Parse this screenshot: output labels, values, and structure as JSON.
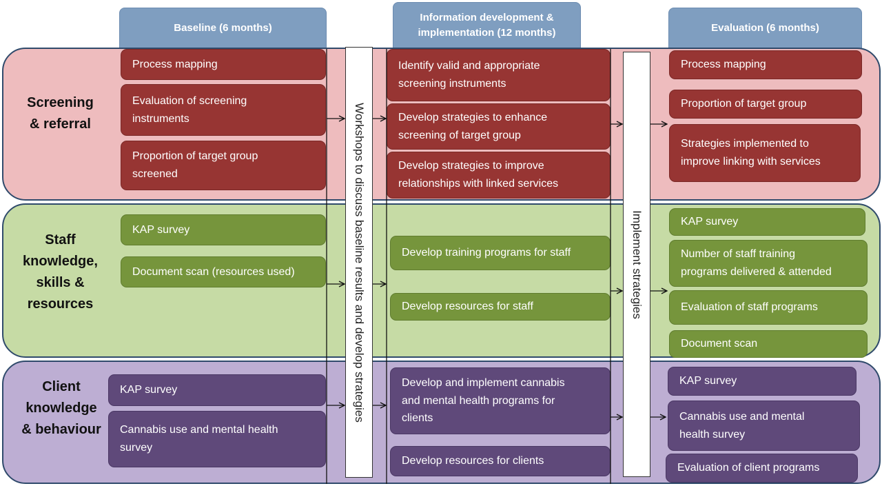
{
  "headers": {
    "baseline": "Baseline (6 months)",
    "info_dev_line1": "Information development &",
    "info_dev_line2": "implementation (12 months)",
    "evaluation": "Evaluation (6 months)"
  },
  "rows": {
    "screening": {
      "line1": "Screening",
      "line2": "& referral"
    },
    "staff": {
      "line1": "Staff",
      "line2": "knowledge,",
      "line3": "skills &",
      "line4": "resources"
    },
    "client": {
      "line1": "Client",
      "line2": "knowledge",
      "line3": "& behaviour"
    }
  },
  "bars": {
    "workshops": "Workshops to discuss baseline results and develop strategies",
    "implement": "Implement strategies"
  },
  "baseline": {
    "screening": [
      {
        "l1": "Process mapping"
      },
      {
        "l1": "Evaluation of screening",
        "l2": "instruments"
      },
      {
        "l1": "Proportion of target group",
        "l2": "screened"
      }
    ],
    "staff": [
      {
        "l1": "KAP survey"
      },
      {
        "l1": "Document scan (resources used)"
      }
    ],
    "client": [
      {
        "l1": "KAP survey"
      },
      {
        "l1": "Cannabis use and mental health",
        "l2": "survey"
      }
    ]
  },
  "development": {
    "screening": [
      {
        "l1": "Identify valid and appropriate",
        "l2": "screening instruments"
      },
      {
        "l1": "Develop strategies to enhance",
        "l2": "screening of target group"
      },
      {
        "l1": "Develop strategies to improve",
        "l2": "relationships with linked services"
      }
    ],
    "staff": [
      {
        "l1": "Develop training programs for staff"
      },
      {
        "l1": "Develop resources for staff"
      }
    ],
    "client": [
      {
        "l1": "Develop and implement cannabis",
        "l2": "and mental health programs for",
        "l3": "clients"
      },
      {
        "l1": "Develop resources for clients"
      }
    ]
  },
  "evaluation": {
    "screening": [
      {
        "l1": "Process mapping"
      },
      {
        "l1": "Proportion of target group"
      },
      {
        "l1": "Strategies implemented to",
        "l2": "improve linking with services"
      }
    ],
    "staff": [
      {
        "l1": "KAP survey"
      },
      {
        "l1": "Number of staff training",
        "l2": "programs delivered & attended"
      },
      {
        "l1": "Evaluation of staff programs"
      },
      {
        "l1": "Document scan"
      }
    ],
    "client": [
      {
        "l1": "KAP survey"
      },
      {
        "l1": "Cannabis use and mental",
        "l2": "health survey"
      },
      {
        "l1": "Evaluation of client programs"
      }
    ]
  },
  "colors": {
    "header": "#7f9ec0",
    "screening_band": "#eebcbe",
    "screening_box": "#973533",
    "staff_band": "#c6dba5",
    "staff_box": "#76953c",
    "client_band": "#bdaed3",
    "client_box": "#5f497a"
  }
}
